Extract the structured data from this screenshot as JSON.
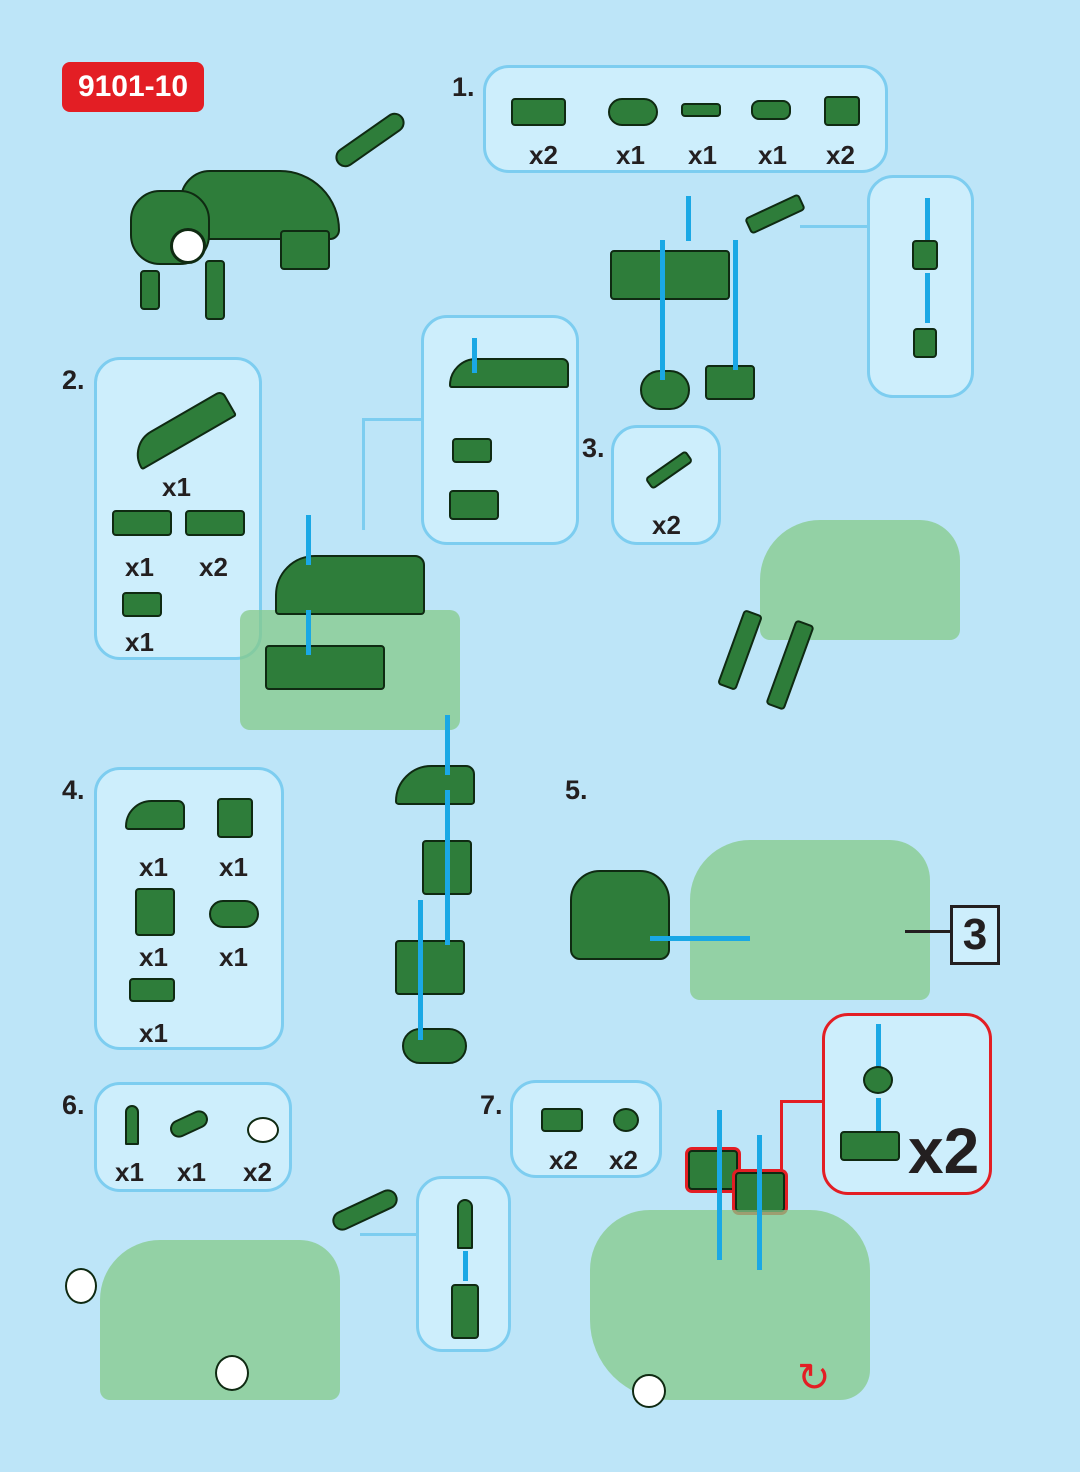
{
  "set_number": "9101-10",
  "colors": {
    "background": "#bde5f8",
    "badge": "#e31e24",
    "panel_border": "#7dcdf0",
    "brick": "#2e7d3a",
    "arrow": "#1aa8e5",
    "highlight": "#e31e24"
  },
  "steps": [
    {
      "number": "1.",
      "parts": [
        {
          "icon": "plate-2x2-bar-icon",
          "qty": "x2"
        },
        {
          "icon": "plate-oval-2-stud-icon",
          "qty": "x1"
        },
        {
          "icon": "bar-clip-icon",
          "qty": "x1"
        },
        {
          "icon": "bar-holder-clip-icon",
          "qty": "x1"
        },
        {
          "icon": "plate-clip-vertical-icon",
          "qty": "x2"
        }
      ]
    },
    {
      "number": "2.",
      "parts": [
        {
          "icon": "curved-slope-icon",
          "qty": "x1"
        },
        {
          "icon": "plate-1x2-icon",
          "qty": "x1"
        },
        {
          "icon": "plate-1x2-icon",
          "qty": "x2"
        },
        {
          "icon": "plate-1x1-icon",
          "qty": "x1"
        }
      ]
    },
    {
      "number": "3.",
      "parts": [
        {
          "icon": "leg-subassembly-icon",
          "qty": "x2"
        }
      ]
    },
    {
      "number": "4.",
      "parts": [
        {
          "icon": "slope-curved-1x2-icon",
          "qty": "x1"
        },
        {
          "icon": "brick-1x1-studs-side-icon",
          "qty": "x1"
        },
        {
          "icon": "brick-1x1-icon",
          "qty": "x1"
        },
        {
          "icon": "plate-oval-2-stud-icon",
          "qty": "x1"
        },
        {
          "icon": "plate-clip-icon",
          "qty": "x1"
        }
      ]
    },
    {
      "number": "5.",
      "ref_step": "3"
    },
    {
      "number": "6.",
      "parts": [
        {
          "icon": "horn-icon",
          "qty": "x1"
        },
        {
          "icon": "bar-clip-icon",
          "qty": "x1"
        },
        {
          "icon": "eye-tile-icon",
          "qty": "x2"
        }
      ]
    },
    {
      "number": "7.",
      "parts": [
        {
          "icon": "plate-clip-icon",
          "qty": "x2"
        },
        {
          "icon": "round-plate-icon",
          "qty": "x2"
        }
      ],
      "subassembly_qty": "x2"
    }
  ],
  "rotate_icon": "rotate-icon"
}
